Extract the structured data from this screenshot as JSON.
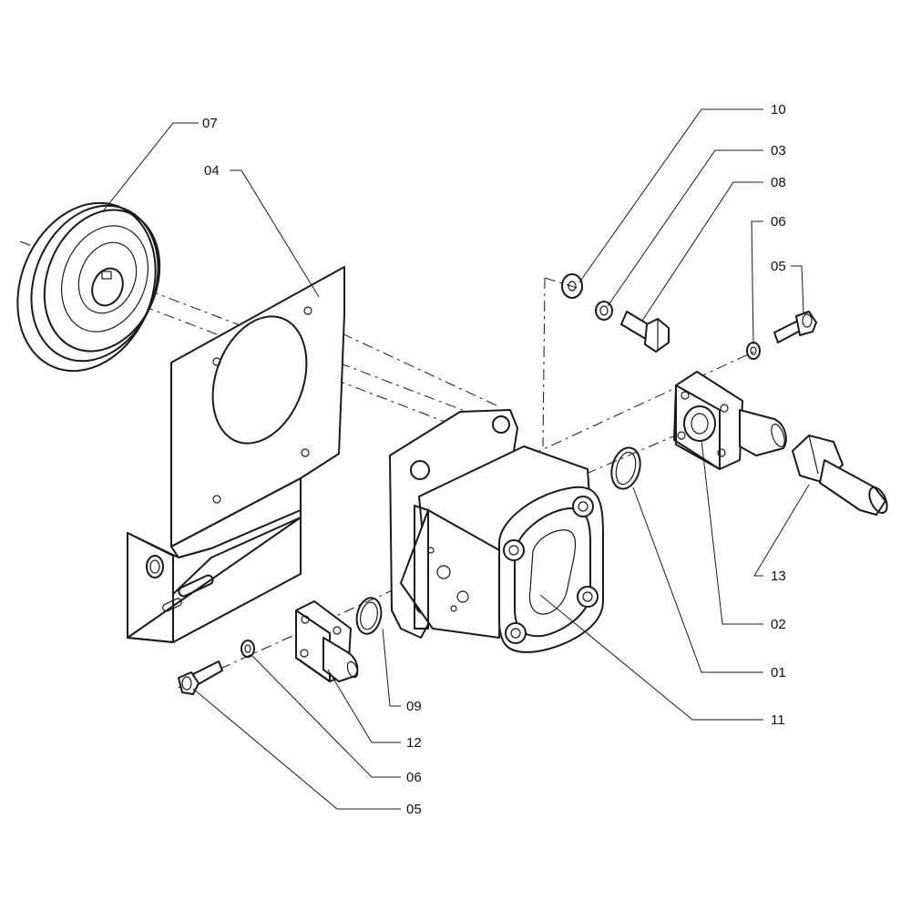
{
  "colors": {
    "line": "#1a1a1a",
    "background": "#ffffff"
  },
  "callouts": [
    {
      "id": "07",
      "label": "07"
    },
    {
      "id": "04",
      "label": "04"
    },
    {
      "id": "10",
      "label": "10"
    },
    {
      "id": "03",
      "label": "03"
    },
    {
      "id": "08",
      "label": "08"
    },
    {
      "id": "06a",
      "label": "06"
    },
    {
      "id": "05a",
      "label": "05"
    },
    {
      "id": "13",
      "label": "13"
    },
    {
      "id": "02",
      "label": "02"
    },
    {
      "id": "01",
      "label": "01"
    },
    {
      "id": "11",
      "label": "11"
    },
    {
      "id": "09",
      "label": "09"
    },
    {
      "id": "12",
      "label": "12"
    },
    {
      "id": "06b",
      "label": "06"
    },
    {
      "id": "05b",
      "label": "05"
    }
  ]
}
